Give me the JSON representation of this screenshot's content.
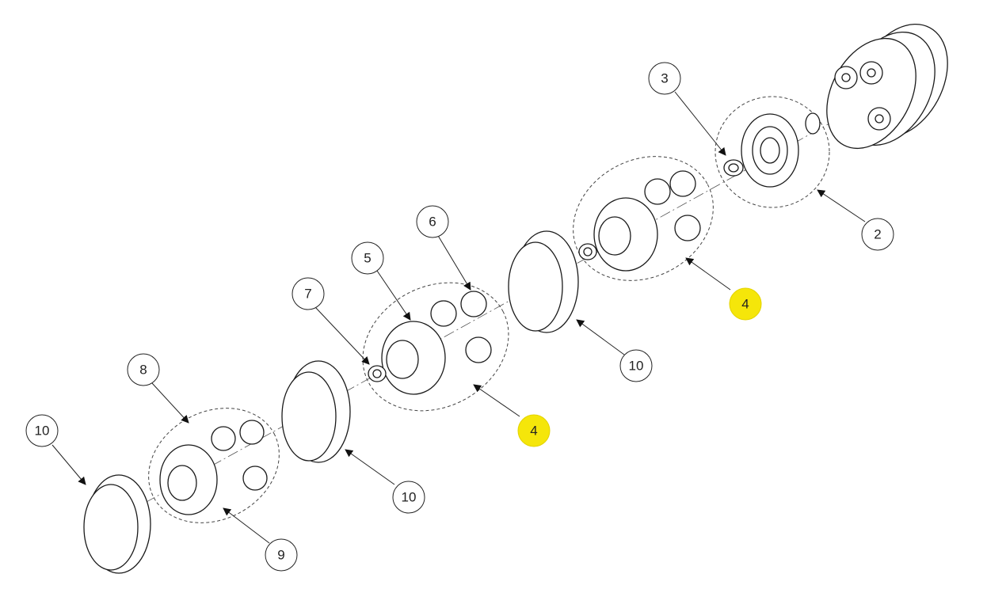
{
  "callouts": [
    {
      "id": "c2",
      "label": "2",
      "highlight": false
    },
    {
      "id": "c3",
      "label": "3",
      "highlight": false
    },
    {
      "id": "c4a",
      "label": "4",
      "highlight": true
    },
    {
      "id": "c4b",
      "label": "4",
      "highlight": true
    },
    {
      "id": "c5",
      "label": "5",
      "highlight": false
    },
    {
      "id": "c6",
      "label": "6",
      "highlight": false
    },
    {
      "id": "c7",
      "label": "7",
      "highlight": false
    },
    {
      "id": "c8",
      "label": "8",
      "highlight": false
    },
    {
      "id": "c9",
      "label": "9",
      "highlight": false
    },
    {
      "id": "c10a",
      "label": "10",
      "highlight": false
    },
    {
      "id": "c10b",
      "label": "10",
      "highlight": false
    },
    {
      "id": "c10c",
      "label": "10",
      "highlight": false
    },
    {
      "id": "c10d",
      "label": "10",
      "highlight": false
    }
  ],
  "colors": {
    "highlight": "#f5e60a",
    "line": "#222222",
    "background": "#ffffff"
  }
}
